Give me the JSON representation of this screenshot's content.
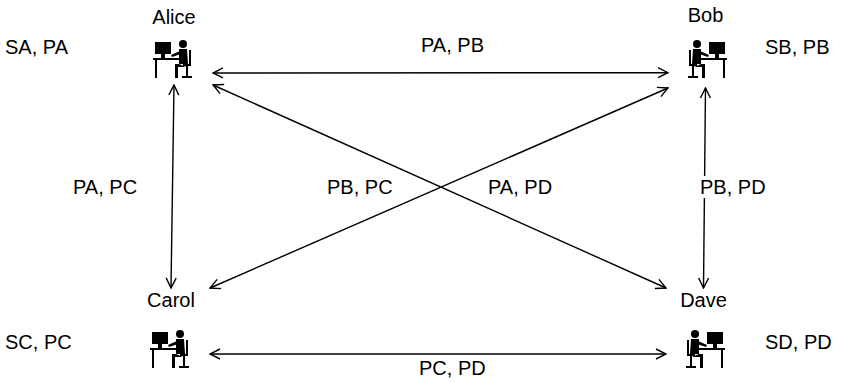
{
  "diagram": {
    "nodes": [
      {
        "text": [
          "Alice",
          "SA, PA"
        ]
      },
      {
        "text": [
          "Bob",
          "SB, PB"
        ]
      },
      {
        "text": [
          "Carol",
          "SC, PC"
        ]
      },
      {
        "text": [
          "Dave",
          "SD, PD"
        ]
      }
    ],
    "edges": [
      {
        "from": 0,
        "to": 1,
        "label": "PA, PB",
        "arrow": "both"
      },
      {
        "from": 0,
        "to": 2,
        "label": "PA, PC",
        "arrow": "both"
      },
      {
        "from": 1,
        "to": 2,
        "label": "PB, PC",
        "arrow": "both"
      },
      {
        "from": 0,
        "to": 3,
        "label": "PA, PD",
        "arrow": "both"
      },
      {
        "from": 1,
        "to": 3,
        "label": "PB, PD",
        "arrow": "both"
      },
      {
        "from": 2,
        "to": 3,
        "label": "PC, PD",
        "arrow": "both"
      }
    ]
  }
}
